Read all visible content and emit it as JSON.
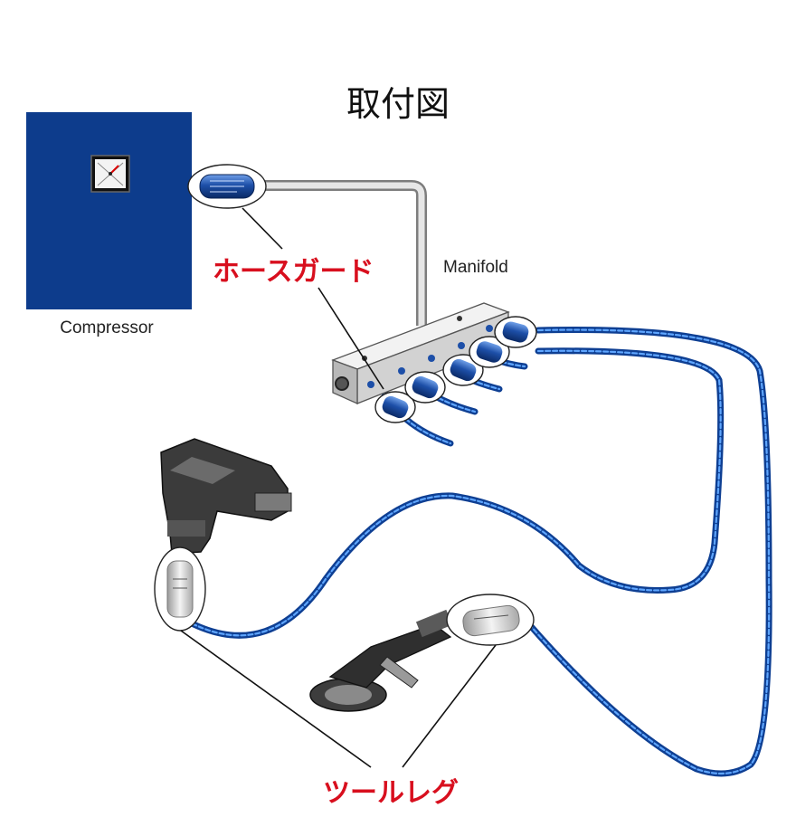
{
  "title": "取付図",
  "labels": {
    "compressor": "Compressor",
    "manifold": "Manifold",
    "hose_guard": "ホースガード",
    "tool_leg": "ツールレグ"
  },
  "icons": {
    "compressor_gauge": "pressure-gauge-icon",
    "impact_wrench": "impact-wrench-icon",
    "angle_grinder": "angle-grinder-icon"
  },
  "colors": {
    "compressor_body": "#0d3c8c",
    "hose": "#2d6fd6",
    "callout_text": "#d80f1e",
    "filter_blue": "#1d4fa8",
    "filter_silver": "#d8d8d8"
  }
}
